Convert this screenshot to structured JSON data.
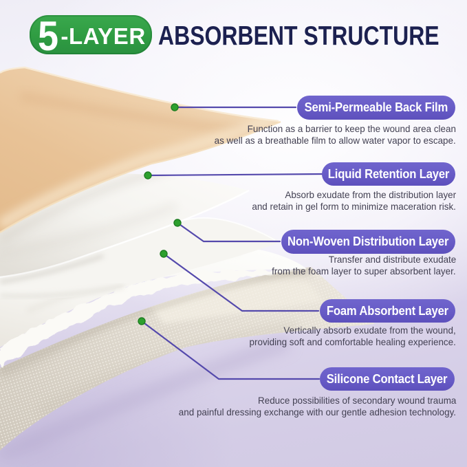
{
  "header": {
    "badge_number": "5",
    "badge_suffix": "-LAYER",
    "title": "ABSORBENT STRUCTURE"
  },
  "callouts": [
    {
      "label": "Semi-Permeable Back Film",
      "desc_line1": "Function as a barrier to keep the wound area clean",
      "desc_line2": "as well as a breathable film to allow water vapor to escape."
    },
    {
      "label": "Liquid Retention Layer",
      "desc_line1": "Absorb exudate from the distribution layer",
      "desc_line2": "and retain in gel form to minimize maceration risk."
    },
    {
      "label": "Non-Woven Distribution Layer",
      "desc_line1": "Transfer and distribute exudate",
      "desc_line2": "from the foam layer to super absorbent layer."
    },
    {
      "label": "Foam Absorbent Layer",
      "desc_line1": "Vertically absorb exudate from the wound,",
      "desc_line2": "providing soft and comfortable healing experience."
    },
    {
      "label": "Silicone Contact Layer",
      "desc_line1": "Reduce possibilities of secondary wound trauma",
      "desc_line2": "and painful dressing exchange with our gentle adhesion technology."
    }
  ],
  "diagram_layers": [
    "semi-permeable-back-film",
    "liquid-retention-layer",
    "non-woven-distribution-layer",
    "foam-absorbent-layer",
    "silicone-contact-layer"
  ],
  "colors": {
    "badge_green": "#2f9c42",
    "title_navy": "#1c2150",
    "pill_purple": "#675bc6",
    "leader_line_purple": "#5449ac",
    "marker_green": "#2da02e",
    "description_text": "#434153",
    "background_lavender": "#d4cde6",
    "back_film_tan": "#eac9a2"
  }
}
